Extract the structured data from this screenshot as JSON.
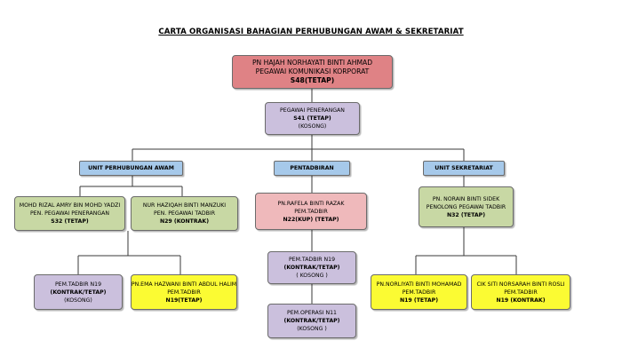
{
  "title": "CARTA ORGANISASI BAHAGIAN PERHUBUNGAN AWAM & SEKRETARIAT",
  "head": {
    "line1": "PN HAJAH NORHAYATI BINTI AHMAD",
    "line2": "PEGAWAI KOMUNIKASI KORPORAT",
    "line3": "S48(TETAP)"
  },
  "pegawai_penerangan": {
    "line1": "PEGAWAI PENERANGAN",
    "line2": "S41 (TETAP)",
    "line3": "(KOSONG)"
  },
  "units": {
    "perhubungan": "UNIT PERHUBUNGAN AWAM",
    "pentadbiran": "PENTADBIRAN",
    "sekretariat": "UNIT SEKRETARIAT"
  },
  "mohd_rizal": {
    "line1": "MOHD RIZAL AMRY BIN MOHD YADZI",
    "line2": "PEN. PEGAWAI PENERANGAN",
    "line3": "S32 (TETAP)"
  },
  "nur_haziqah": {
    "line1": "NUR HAZIQAH BINTI MANZUKI",
    "line2": "PEN. PEGAWAI TADBIR",
    "line3": "N29 (KONTRAK)"
  },
  "rafela": {
    "line1": "PN.RAFELA BINTI RAZAK",
    "line2": "PEM.TADBIR",
    "line3": "N22(KUP) (TETAP)"
  },
  "norain": {
    "line1": "PN. NORAIN BINTI SIDEK",
    "line2": "PENOLONG PEGAWAI TADBIR",
    "line3": "N32 (TETAP)"
  },
  "pem_tadbir_left": {
    "line1": "PEM.TADBIR N19",
    "line2": "(KONTRAK/TETAP)",
    "line3": "(KOSONG)"
  },
  "ema": {
    "line1": "PN.EMA HAZWANI BINTI ABDUL HALIM",
    "line2": "PEM.TADBIR",
    "line3": "N19(TETAP)"
  },
  "pem_tadbir_mid": {
    "line1": "PEM.TADBIR N19",
    "line2": "(KONTRAK/TETAP)",
    "line3": "( KOSONG )"
  },
  "pem_operasi": {
    "line1": "PEM.OPERASI N11",
    "line2": "(KONTRAK/TETAP)",
    "line3": "(KOSONG )"
  },
  "noriyati": {
    "line1": "PN.NORLIYATI BINTI MOHAMAD",
    "line2": "PEM.TADBIR",
    "line3": "N19 (TETAP)"
  },
  "norsarah": {
    "line1": "CIK SITI NORSARAH BINTI ROSLI",
    "line2": "PEM.TADBIR",
    "line3": "N19 (KONTRAK)"
  },
  "colors": {
    "head": "#df8285",
    "rafela": "#efb9bb",
    "vacant": "#cbc0dd",
    "staff": "#c8d8a4",
    "clerical": "#fbfb33",
    "unit_header": "#a6c9ea"
  }
}
